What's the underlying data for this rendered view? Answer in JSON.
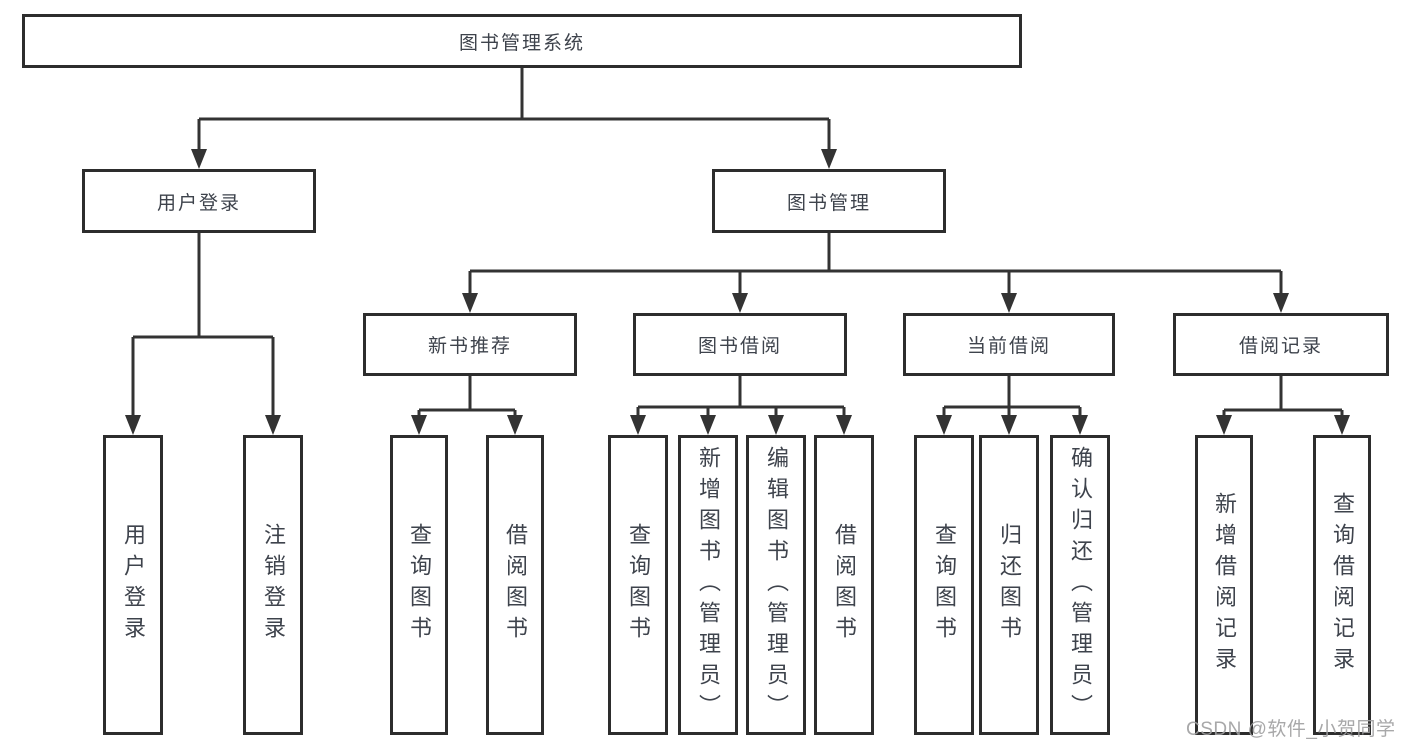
{
  "tree": {
    "label": "图书管理系统",
    "children": [
      {
        "label": "用户登录",
        "children": [
          {
            "label": "用户登录"
          },
          {
            "label": "注销登录"
          }
        ]
      },
      {
        "label": "图书管理",
        "children": [
          {
            "label": "新书推荐",
            "children": [
              {
                "label": "查询图书"
              },
              {
                "label": "借阅图书"
              }
            ]
          },
          {
            "label": "图书借阅",
            "children": [
              {
                "label": "查询图书"
              },
              {
                "label": "新增图书（管理员）"
              },
              {
                "label": "编辑图书（管理员）"
              },
              {
                "label": "借阅图书"
              }
            ]
          },
          {
            "label": "当前借阅",
            "children": [
              {
                "label": "查询图书"
              },
              {
                "label": "归还图书"
              },
              {
                "label": "确认归还（管理员）"
              }
            ]
          },
          {
            "label": "借阅记录",
            "children": [
              {
                "label": "新增借阅记录"
              },
              {
                "label": "查询借阅记录"
              }
            ]
          }
        ]
      }
    ]
  },
  "watermark": {
    "text": "CSDN @软件_小贺同学"
  },
  "colors": {
    "box_border": "#2d2d2d",
    "connector": "#333333",
    "text": "#3e434c",
    "background": "#ffffff",
    "watermark": "#9e9ea0"
  }
}
